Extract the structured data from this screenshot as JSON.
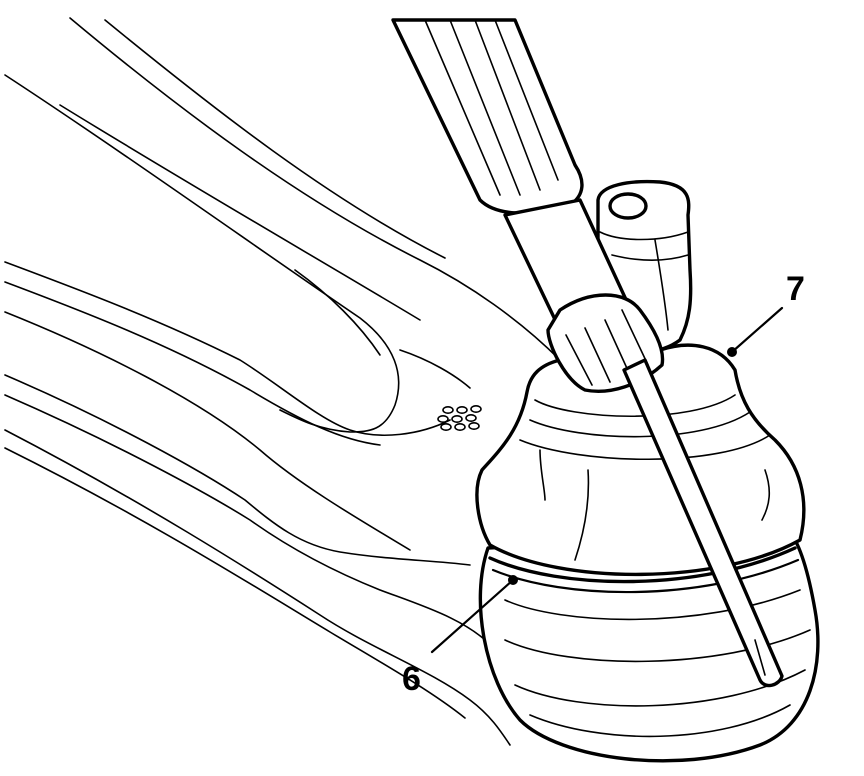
{
  "figure": {
    "callouts": [
      {
        "id": "6",
        "label": "6"
      },
      {
        "id": "7",
        "label": "7"
      }
    ],
    "line_color": "#000000",
    "background_color": "#ffffff"
  }
}
